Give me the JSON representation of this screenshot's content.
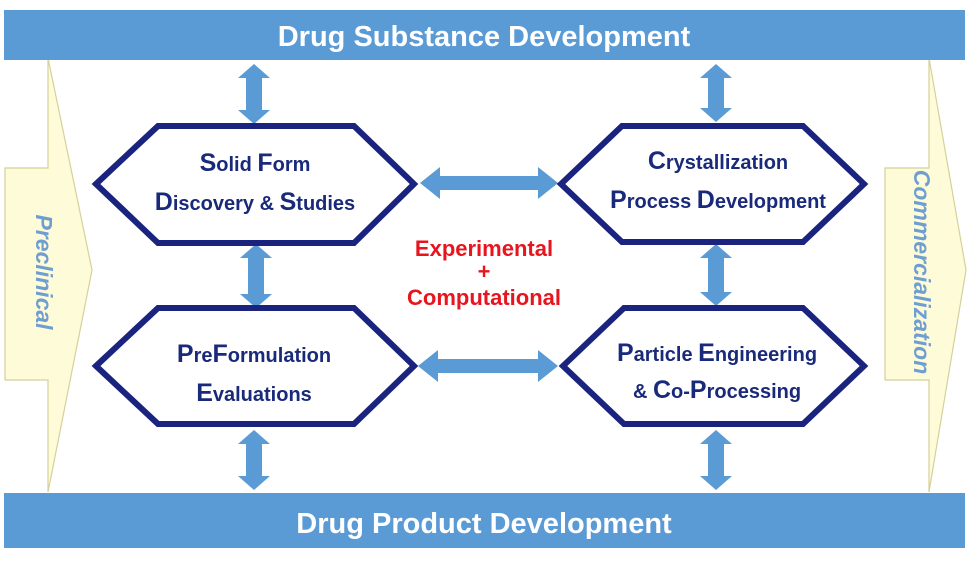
{
  "top_bar": {
    "label": "Drug Substance Development"
  },
  "bottom_bar": {
    "label": "Drug Product Development"
  },
  "left_arrow": {
    "label": "Preclinical"
  },
  "right_arrow": {
    "label": "Commercialization"
  },
  "center": {
    "line1": "Experimental",
    "line2": "+",
    "line3": "Computational"
  },
  "boxes": [
    {
      "line1": [
        {
          "cap": "S",
          "rest": "olid "
        },
        {
          "cap": "F",
          "rest": "orm"
        }
      ],
      "line2": [
        {
          "cap": "D",
          "rest": "iscovery & "
        },
        {
          "cap": "S",
          "rest": "tudies"
        }
      ]
    },
    {
      "line1": [
        {
          "cap": "C",
          "rest": "rystallization"
        }
      ],
      "line2": [
        {
          "cap": "P",
          "rest": "rocess "
        },
        {
          "cap": "D",
          "rest": "evelopment"
        }
      ]
    },
    {
      "line1": [
        {
          "cap": "P",
          "rest": "re"
        },
        {
          "cap": "F",
          "rest": "ormulation"
        }
      ],
      "line2": [
        {
          "cap": "E",
          "rest": "valuations"
        }
      ]
    },
    {
      "line1": [
        {
          "cap": "P",
          "rest": "article "
        },
        {
          "cap": "E",
          "rest": "ngineering"
        }
      ],
      "line2": [
        {
          "cap": "",
          "rest": "& "
        },
        {
          "cap": "C",
          "rest": "o-"
        },
        {
          "cap": "P",
          "rest": "rocessing"
        }
      ]
    }
  ],
  "colors": {
    "bar": "#5b9bd5",
    "hex_stroke": "#1a237e",
    "hex_text": "#1a2a7a",
    "arrow": "#5b9bd5",
    "side_fill": "#fefbd8",
    "side_text": "#6f9fd0",
    "center_text": "#e8141e"
  }
}
